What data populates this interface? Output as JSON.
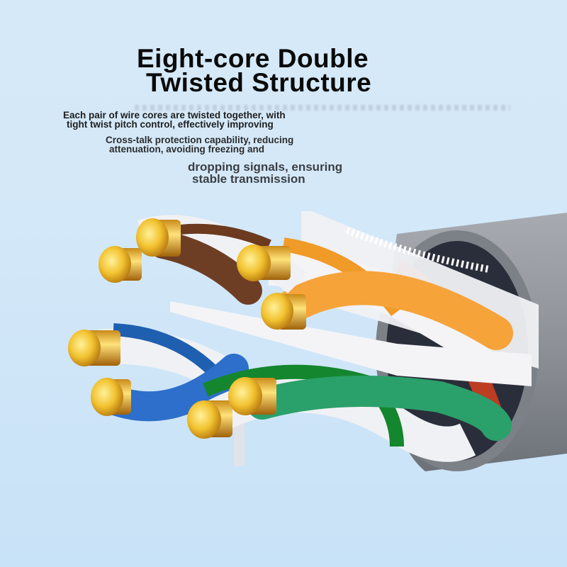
{
  "headline": {
    "line1": "Eight-core Double",
    "line2": "Twisted Structure"
  },
  "description": {
    "paragraph1": {
      "line1": "Each pair of wire cores are twisted together, with",
      "line2": "tight twist pitch control, effectively improving"
    },
    "paragraph2": {
      "line1": "Cross-talk protection capability, reducing",
      "line2": "attenuation, avoiding freezing and"
    },
    "paragraph3": {
      "line1": "dropping signals, ensuring",
      "line2": "stable transmission"
    }
  },
  "illustration": {
    "subject": "eight-core twisted pair network cable cross-section",
    "pair_colors": {
      "brown": "#6b3a1f",
      "orange": "#f09a28",
      "blue": "#1f5fb0",
      "green": "#1b8a3e"
    },
    "conductor_color": "#f2c230",
    "jacket_color": "#8e9298",
    "separator_color": "#e8eaee"
  },
  "colors": {
    "background": "#d3e8f8",
    "headline": "#0a0a0a",
    "body_text": "#2c2c2c"
  }
}
